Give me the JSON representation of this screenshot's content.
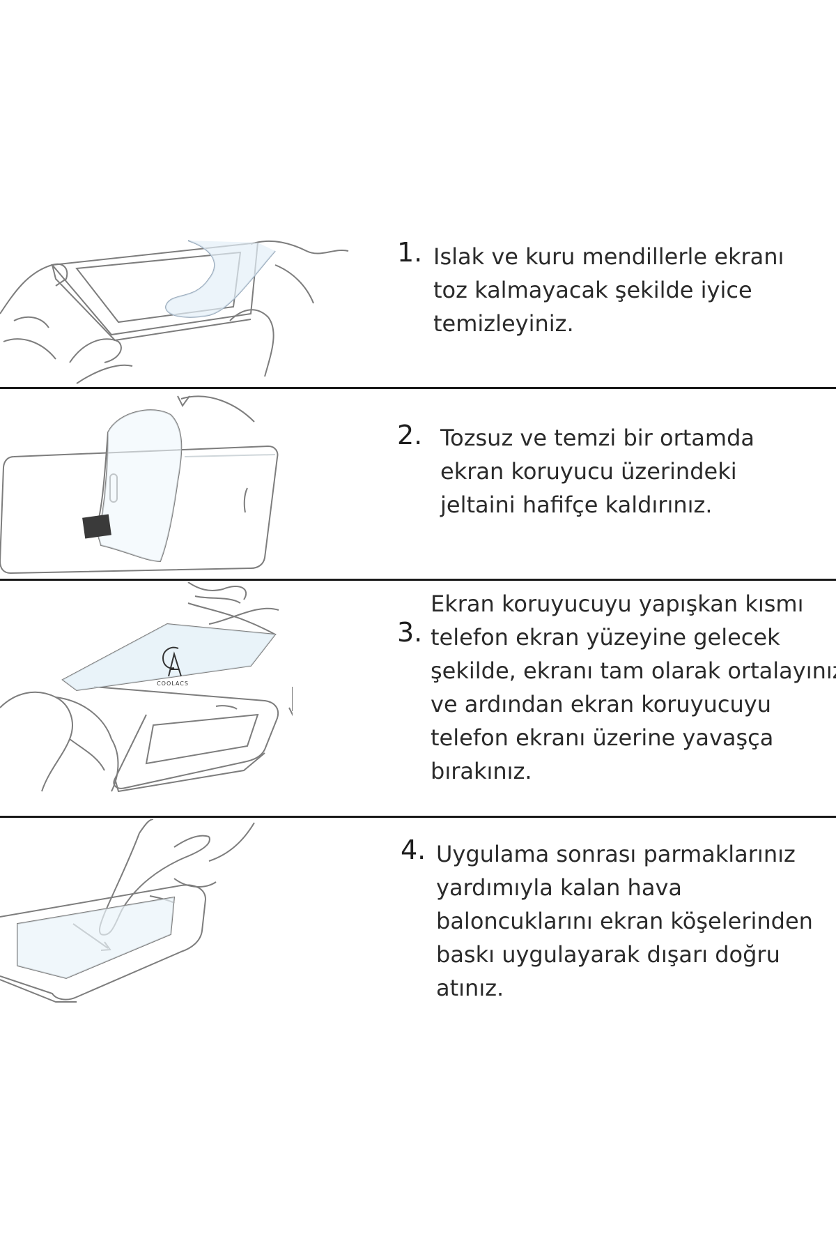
{
  "logo": {
    "text": "COOLACS"
  },
  "steps": [
    {
      "number": "1.",
      "lines": [
        "Islak ve kuru mendillerle ekranı",
        "toz kalmayacak şekilde iyice",
        "temizleyiniz."
      ]
    },
    {
      "number": "2.",
      "lines": [
        "Tozsuz ve temzi bir ortamda",
        "ekran koruyucu üzerindeki",
        "jeltaini hafifçe kaldırınız."
      ]
    },
    {
      "number": "3.",
      "lines": [
        "Ekran koruyucuyu yapışkan kısmı",
        "telefon ekran yüzeyine gelecek",
        "şekilde, ekranı tam olarak ortalayınız",
        "ve ardından ekran koruyucuyu",
        "telefon ekranı üzerine yavaşça",
        "bırakınız."
      ]
    },
    {
      "number": "4.",
      "lines": [
        "Uygulama sonrası parmaklarınız",
        "yardımıyla kalan hava",
        "baloncuklarını ekran köşelerinden",
        "baskı uygulayarak dışarı doğru",
        "atınız."
      ]
    }
  ]
}
